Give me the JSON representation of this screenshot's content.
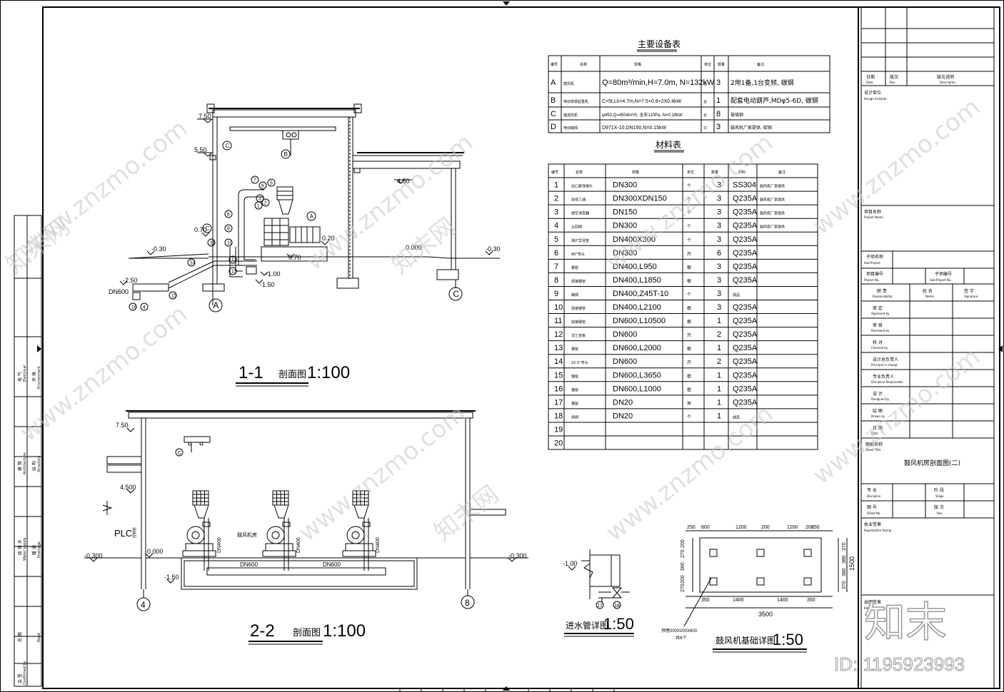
{
  "equipment_table": {
    "title": "主要设备表",
    "headers": [
      "编号",
      "名称",
      "规格",
      "单位",
      "数量",
      "备注"
    ],
    "rows": [
      [
        "A",
        "鼓风机",
        "Q=80m³/min,H=7.0m, N=132kW",
        "台",
        "3",
        "2用1备,1台变频, 碳钢"
      ],
      [
        "B",
        "电动单梁起重机",
        "C=5t,Lk=4.7m,N=7.5+0.8+2X0.4kW",
        "台",
        "1",
        "配套电动葫芦,MDφ5-6D, 碳钢"
      ],
      [
        "C",
        "轴流风机",
        "φ450,Q=4504m³/h, 全压110Pa, N=0.18kW",
        "台",
        "8",
        "玻璃钢"
      ],
      [
        "D",
        "电动蝶阀",
        "D971X-10,DN150,N=0.15kW",
        "只",
        "3",
        "鼓风机厂家提供, 碳钢"
      ]
    ]
  },
  "material_table": {
    "title": "材料表",
    "headers": [
      "编号",
      "名称",
      "规格",
      "单位",
      "数量",
      "材料",
      "备注"
    ],
    "rows": [
      [
        "1",
        "出口柔性接头",
        "DN300",
        "个",
        "3",
        "SS304",
        "鼓风机厂家提供"
      ],
      [
        "2",
        "异径三通",
        "DN300XDN150",
        "个",
        "3",
        "Q235A",
        "鼓风机厂家提供"
      ],
      [
        "3",
        "放空消音器",
        "DN150",
        "个",
        "3",
        "Q235A",
        "鼓风机厂家提供"
      ],
      [
        "4",
        "止回阀",
        "DN300",
        "个",
        "3",
        "Q235A",
        "鼓风机厂家提供"
      ],
      [
        "5",
        "渐扩异径管",
        "DN400X300",
        "个",
        "3",
        "Q235A",
        ""
      ],
      [
        "6",
        "90°弯头",
        "DN300",
        "只",
        "6",
        "Q235A",
        ""
      ],
      [
        "7",
        "钢管",
        "DN400,L950",
        "根",
        "3",
        "Q235A",
        ""
      ],
      [
        "8",
        "焊接钢管",
        "DN400,L1850",
        "根",
        "3",
        "Q235A",
        ""
      ],
      [
        "9",
        "蝶阀",
        "DN400,Z45T-10",
        "个",
        "3",
        "成品",
        ""
      ],
      [
        "10",
        "焊接钢管",
        "DN400,L2100",
        "根",
        "3",
        "Q235A",
        ""
      ],
      [
        "11",
        "焊接钢管",
        "DN600,L10500",
        "根",
        "1",
        "Q235A",
        ""
      ],
      [
        "12",
        "法兰盲板",
        "DN600",
        "只",
        "2",
        "Q235A",
        ""
      ],
      [
        "13",
        "钢管",
        "DN600,L2000",
        "根",
        "1",
        "Q235A",
        ""
      ],
      [
        "14",
        "22.5°弯头",
        "DN600",
        "只",
        "2",
        "Q235A",
        ""
      ],
      [
        "15",
        "钢管",
        "DN600,L3650",
        "根",
        "1",
        "Q235A",
        ""
      ],
      [
        "16",
        "钢管",
        "DN600,L1000",
        "根",
        "1",
        "Q235A",
        ""
      ],
      [
        "17",
        "钢管",
        "DN20",
        "米",
        "1",
        "Q235A",
        ""
      ],
      [
        "18",
        "闸阀",
        "DN20",
        "个",
        "1",
        "成品",
        ""
      ],
      [
        "19",
        "",
        "",
        "",
        "",
        "",
        ""
      ],
      [
        "20",
        "",
        "",
        "",
        "",
        "",
        ""
      ]
    ]
  },
  "section_1_1": {
    "title_num": "1-1",
    "title_text": "剖面图",
    "scale": "1:100",
    "labels": {
      "el_750": "7.50",
      "el_550": "5.50",
      "el_450": "4.50",
      "el_070": "0.70",
      "el_020": "0.20",
      "el_000": "0.000",
      "el_m030_l": "-0.30",
      "el_m030_r": "-0.30",
      "el_m100": "-1.00",
      "el_m150": "-1.50",
      "el_m250": "-2.50",
      "el_070b": "0.70",
      "dn600": "DN600",
      "axis_a": "A",
      "axis_c": "C",
      "tag_b": "B",
      "tag_c1": "C",
      "tag_c2": "C",
      "tag_a": "A",
      "n1": "1",
      "n2": "2",
      "n3": "3",
      "n4": "4",
      "n5": "5",
      "n6": "6",
      "n7": "7",
      "n8": "8",
      "n9": "9",
      "n10": "10",
      "n11": "11",
      "n12": "12",
      "n13": "13",
      "n14": "14",
      "n15": "15",
      "n16": "16"
    }
  },
  "section_2_2": {
    "title_num": "2-2",
    "title_text": "剖面图",
    "scale": "1:100",
    "labels": {
      "el_750": "7.50",
      "el_450": "4.500",
      "el_000": "0.000",
      "el_m030_l": "-0.300",
      "el_m030_r": "-0.300",
      "el_m150": "-1.50",
      "plc": "PLC",
      "plc_sub": "控制柜",
      "room": "鼓风机房",
      "dn600_1": "DN600",
      "dn600_2": "DN600",
      "dn400": "DN400",
      "axis_4": "4",
      "axis_8": "8",
      "tag_c": "C"
    }
  },
  "detail_inlet": {
    "title": "进水管详图",
    "scale": "1:50",
    "el": "-1.00",
    "n17": "17",
    "n18": "18"
  },
  "detail_base": {
    "title": "鼓风机基础详图",
    "scale": "1:50",
    "dims_top": [
      "250",
      "800",
      "1200",
      "200",
      "1200",
      "200",
      "250"
    ],
    "dims_bottom": [
      "350",
      "1400",
      "1400",
      "350"
    ],
    "total_bottom": "3500",
    "dims_right": [
      "370",
      "380",
      "380",
      "370"
    ],
    "total_right": "1500",
    "dims_left": [
      "200",
      "270",
      "560",
      "200",
      "270"
    ],
    "note": "预埋200X200X600",
    "note2": "共6个"
  },
  "title_block": {
    "rev_headers": {
      "date": "日期",
      "date_en": "Date",
      "rev": "版次",
      "rev_en": "Rev.",
      "desc": "版次说明",
      "desc_en": "Description"
    },
    "design_inst": "设计单位",
    "design_inst_en": "Design Institute",
    "project_name": "项目名称",
    "project_name_en": "Project Name",
    "sub_project": "子项名称",
    "sub_project_en": "Sub-Project",
    "project_no": "项目编号",
    "project_no_en": "Project No.",
    "sub_no": "子项编号",
    "sub_no_en": "Sub-Project No.",
    "resp": "职 责",
    "resp_en": "Responsibility",
    "name": "姓 名",
    "name_en": "Name",
    "sign": "签 字",
    "sign_en": "Signature",
    "roles": [
      [
        "审 定",
        "Approved by"
      ],
      [
        "审 核",
        "Reviewed by"
      ],
      [
        "校 对",
        "Checked by"
      ],
      [
        "设计总负责人",
        "Principal in charge"
      ],
      [
        "专业负责人",
        "Discipline Responsible"
      ],
      [
        "设 计",
        "Designed by"
      ],
      [
        "绘 图",
        "Drawn by"
      ],
      [
        "日 期",
        "Date"
      ]
    ],
    "sheet_title_label": "图纸名称",
    "sheet_title_en": "Sheet Title",
    "sheet_title": "鼓风机房剖面图(二)",
    "discipline": "专 业",
    "discipline_en": "Discipline",
    "stage": "阶 段",
    "stage_en": "Stage",
    "sheet_no": "图 号",
    "sheet_no_en": "Sheet No.",
    "rev2": "版 次",
    "rev2_en": "Rev.",
    "reg_stamp": "执业签章",
    "reg_stamp_en": "Registration Stamp",
    "out_stamp": "出图签章",
    "out_stamp_en": "Release Stamp"
  },
  "left_strip": {
    "items": [
      [
        "电 气",
        "Electrical"
      ],
      [
        "环 境",
        "Environment"
      ],
      [
        "建 筑",
        "Architecture"
      ],
      [
        "结 构",
        "Structure"
      ],
      [
        "给 排 水",
        "Water supply"
      ],
      [
        "暖 通",
        "Drainage"
      ],
      [
        "总 图",
        "Road"
      ],
      [
        "会 签",
        "Confirmed by"
      ]
    ]
  },
  "watermark": {
    "logo": "知末",
    "id": "ID: 1195923993",
    "site": "www.znzmo.com",
    "brand": "知末网"
  }
}
